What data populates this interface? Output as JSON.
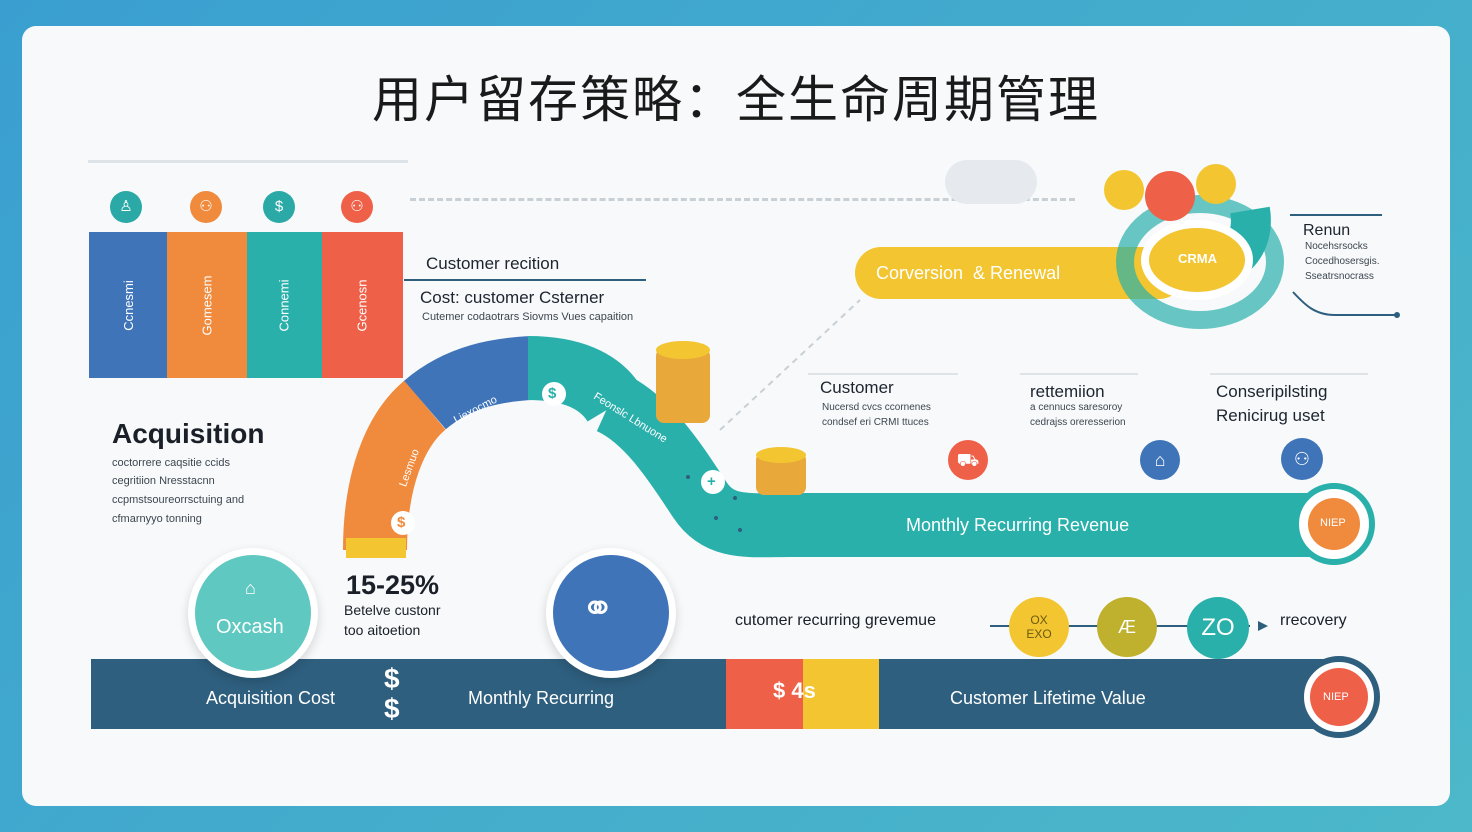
{
  "title": "用户留存策略：全生命周期管理",
  "top_icons": [
    {
      "icon": "user-icon",
      "glyph": "♙",
      "color": "#2aa9a6"
    },
    {
      "icon": "team-icon",
      "glyph": "⚇",
      "color": "#f08a3c"
    },
    {
      "icon": "dollar-person-icon",
      "glyph": "$",
      "color": "#2aa9a6"
    },
    {
      "icon": "group-icon",
      "glyph": "⚇",
      "color": "#ef6048"
    }
  ],
  "columns": [
    {
      "label": "Ccnesmi",
      "color": "#3f74b9"
    },
    {
      "label": "Gomesem",
      "color": "#f08a3c"
    },
    {
      "label": "Connemi",
      "color": "#2ab0ab"
    },
    {
      "label": "Gcenosn",
      "color": "#ef6048"
    }
  ],
  "customer_recition": {
    "heading": "Customer recition",
    "sub": "Cost: customer Csterner",
    "desc": "Cutemer codaotrars Siovms Vues capaition"
  },
  "acquisition": {
    "heading": "Acquisition",
    "lines": [
      "coctorrere caqsitie ccids",
      "cegritiion Nresstacnn",
      "ccpmstsoureorrsctuing and",
      "cfmarnyyo tonning"
    ]
  },
  "arc": {
    "blue_label": "Liexocmo",
    "orange_label": "Lesmuo",
    "teal_label": "Feonslc Lbnuone"
  },
  "conversion": {
    "label": "Corversion  & Renewal",
    "crm": "CRMA"
  },
  "renun": {
    "heading": "Renun",
    "lines": [
      "Nocehsrsocks",
      "Cocedhosersgis.",
      "Sseatrsnocrass"
    ]
  },
  "mid_items": [
    {
      "heading": "Customer",
      "lines": [
        "Nucersd cvcs ccornenes",
        "condsef eri CRMI ttuces"
      ]
    },
    {
      "heading": "rettemiion",
      "lines": [
        "a cennucs saresoroy",
        "cedrajss oreresserion"
      ]
    },
    {
      "heading": "Conseripilsting\nRenicirug uset",
      "lines": []
    }
  ],
  "mid_icons": [
    {
      "icon": "truck-icon",
      "glyph": "⛟",
      "color": "#ef6048"
    },
    {
      "icon": "store-icon",
      "glyph": "⌂",
      "color": "#3f74b9"
    },
    {
      "icon": "people-icon",
      "glyph": "⚇",
      "color": "#3f74b9"
    }
  ],
  "mrr_band": {
    "label": "Monthly Recurring Revenue",
    "badge": "NIEP"
  },
  "stat": {
    "value": "15-25%",
    "line1": "Betelve custonr",
    "line2": "too aitoetion"
  },
  "oxcash": {
    "label": "Oxcash"
  },
  "recurring_row": {
    "label": "cutomer recurring grevemue",
    "circles": [
      {
        "text": "OX\nEXO",
        "color": "#f2c531"
      },
      {
        "text": "Æ",
        "color": "#bfb12e"
      },
      {
        "text": "ZO",
        "color": "#2ab0ab"
      }
    ],
    "end": "rrecovery"
  },
  "bottom_bar": {
    "acq": "Acquisition Cost",
    "dollar": "$\n$",
    "monthly": "Monthly Recurring",
    "mini": "$ 4s",
    "clv": "Customer Lifetime Value",
    "badge": "NIEP"
  },
  "colors": {
    "blue": "#3f74b9",
    "orange": "#f08a3c",
    "teal": "#2ab0ab",
    "red": "#ef6048",
    "yellow": "#f2c531",
    "navy": "#2e5f7e"
  }
}
